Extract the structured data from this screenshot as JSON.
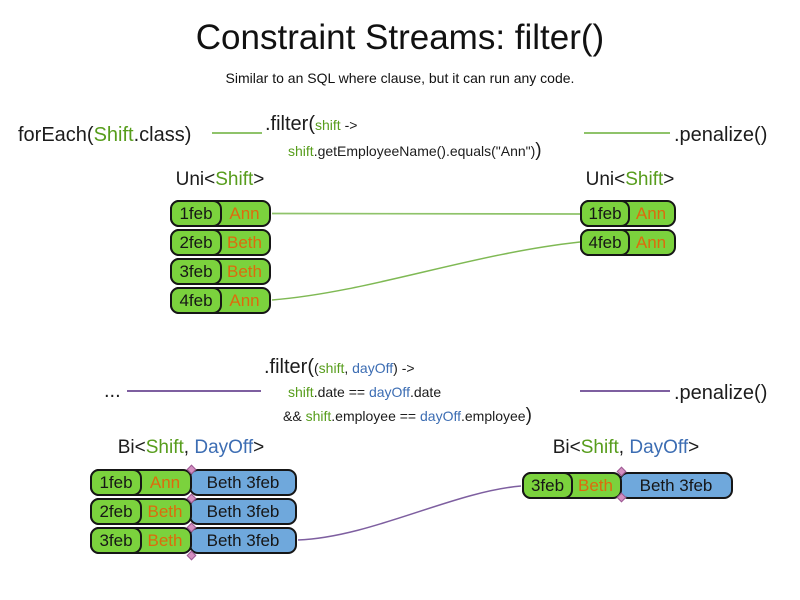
{
  "title": "Constraint Streams: filter()",
  "subtitle": "Similar to an SQL where clause, but it can run any code.",
  "colors": {
    "type_green": "#579d1c",
    "type_blue": "#3c6db3",
    "cell_green": "#7bd23d",
    "cell_blue": "#6fa8dc",
    "name_orange": "#dd6b0d",
    "line_green": "#8fc36a",
    "line_purple": "#7e5fa0"
  },
  "flow1": {
    "source_pre": "forEach(",
    "source_type": "Shift",
    "source_post": ".class)",
    "filter_call": ".filter(",
    "filter_param": "shift",
    "filter_arrow": " ->",
    "body_param": "shift",
    "body_rest": ".getEmployeeName().equals(\"Ann\")",
    "body_close": ")",
    "penalize": ".penalize()",
    "left_table_title": {
      "pre": "Uni<",
      "type": "Shift",
      "post": ">"
    },
    "right_table_title": {
      "pre": "Uni<",
      "type": "Shift",
      "post": ">"
    },
    "left_rows": [
      {
        "date": "1feb",
        "name": "Ann"
      },
      {
        "date": "2feb",
        "name": "Beth"
      },
      {
        "date": "3feb",
        "name": "Beth"
      },
      {
        "date": "4feb",
        "name": "Ann"
      }
    ],
    "right_rows": [
      {
        "date": "1feb",
        "name": "Ann"
      },
      {
        "date": "4feb",
        "name": "Ann"
      }
    ]
  },
  "flow2": {
    "source": "...",
    "filter_call": ".filter(",
    "filter_open": "(",
    "param1": "shift",
    "param_sep": ", ",
    "param2": "dayOff",
    "filter_arrow": ") ->",
    "cond1_param": "shift",
    "cond1_mid": ".date == ",
    "cond1_param2": "dayOff",
    "cond1_end": ".date",
    "cond2_pre": "&& ",
    "cond2_param": "shift",
    "cond2_mid": ".employee == ",
    "cond2_param2": "dayOff",
    "cond2_end": ".employee",
    "body_close": ")",
    "penalize": ".penalize()",
    "left_table_title": {
      "pre": "Bi<",
      "type1": "Shift",
      "sep": ", ",
      "type2": "DayOff",
      "post": ">"
    },
    "right_table_title": {
      "pre": "Bi<",
      "type1": "Shift",
      "sep": ", ",
      "type2": "DayOff",
      "post": ">"
    },
    "left_rows": [
      {
        "date": "1feb",
        "name": "Ann",
        "pair": "Beth 3feb"
      },
      {
        "date": "2feb",
        "name": "Beth",
        "pair": "Beth 3feb"
      },
      {
        "date": "3feb",
        "name": "Beth",
        "pair": "Beth 3feb"
      }
    ],
    "right_rows": [
      {
        "date": "3feb",
        "name": "Beth",
        "pair": "Beth 3feb"
      }
    ]
  }
}
